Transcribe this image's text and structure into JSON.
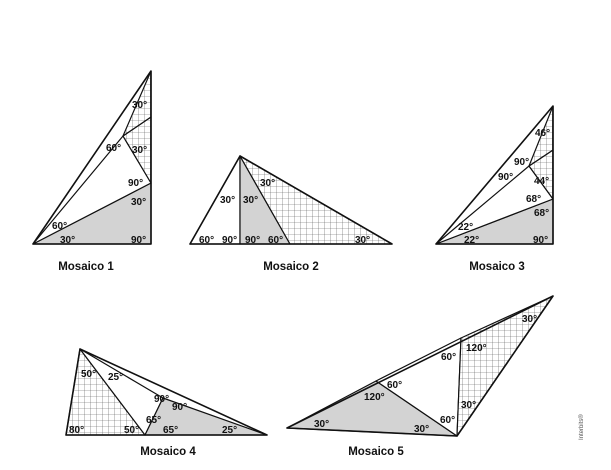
{
  "mosaicos": [
    {
      "caption": "Mosaico 1",
      "angles": [
        "30°",
        "30°",
        "60°",
        "90°",
        "30°",
        "60°",
        "30°",
        "90°"
      ]
    },
    {
      "caption": "Mosaico 2",
      "angles": [
        "30°",
        "30°",
        "30°",
        "60°",
        "90°",
        "90°",
        "60°",
        "30°"
      ]
    },
    {
      "caption": "Mosaico 3",
      "angles": [
        "46°",
        "90°",
        "90°",
        "44°",
        "68°",
        "68°",
        "22°",
        "22°",
        "90°"
      ]
    },
    {
      "caption": "Mosaico 4",
      "angles": [
        "50°",
        "25°",
        "90°",
        "90°",
        "65°",
        "80°",
        "50°",
        "65°",
        "25°"
      ]
    },
    {
      "caption": "Mosaico 5",
      "angles": [
        "30°",
        "120°",
        "60°",
        "60°",
        "120°",
        "30°",
        "30°",
        "60°",
        "30°"
      ]
    }
  ],
  "credit": "Interbits®",
  "colors": {
    "shaded": "#d3d3d3",
    "grid": "#555555",
    "stroke": "#111111"
  }
}
